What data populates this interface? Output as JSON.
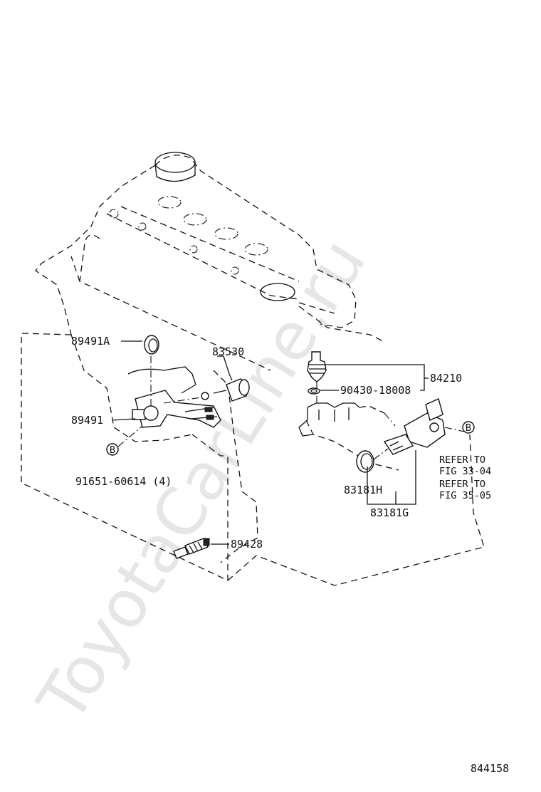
{
  "watermark": "ToyotaCarLine.ru",
  "figure_number": "844158",
  "refer_marker": "B",
  "labels": {
    "p89491A": "89491A",
    "p83530": "83530",
    "p84210": "84210",
    "p90430": "90430-18008",
    "p89491": "89491",
    "p91651": "91651-60614 (4)",
    "refer1_line1": "REFER TO",
    "refer1_line2": "FIG 33-04",
    "refer2_line1": "REFER TO",
    "refer2_line2": "FIG 35-05",
    "p83181H": "83181H",
    "p83181G": "83181G",
    "p89428": "89428"
  }
}
